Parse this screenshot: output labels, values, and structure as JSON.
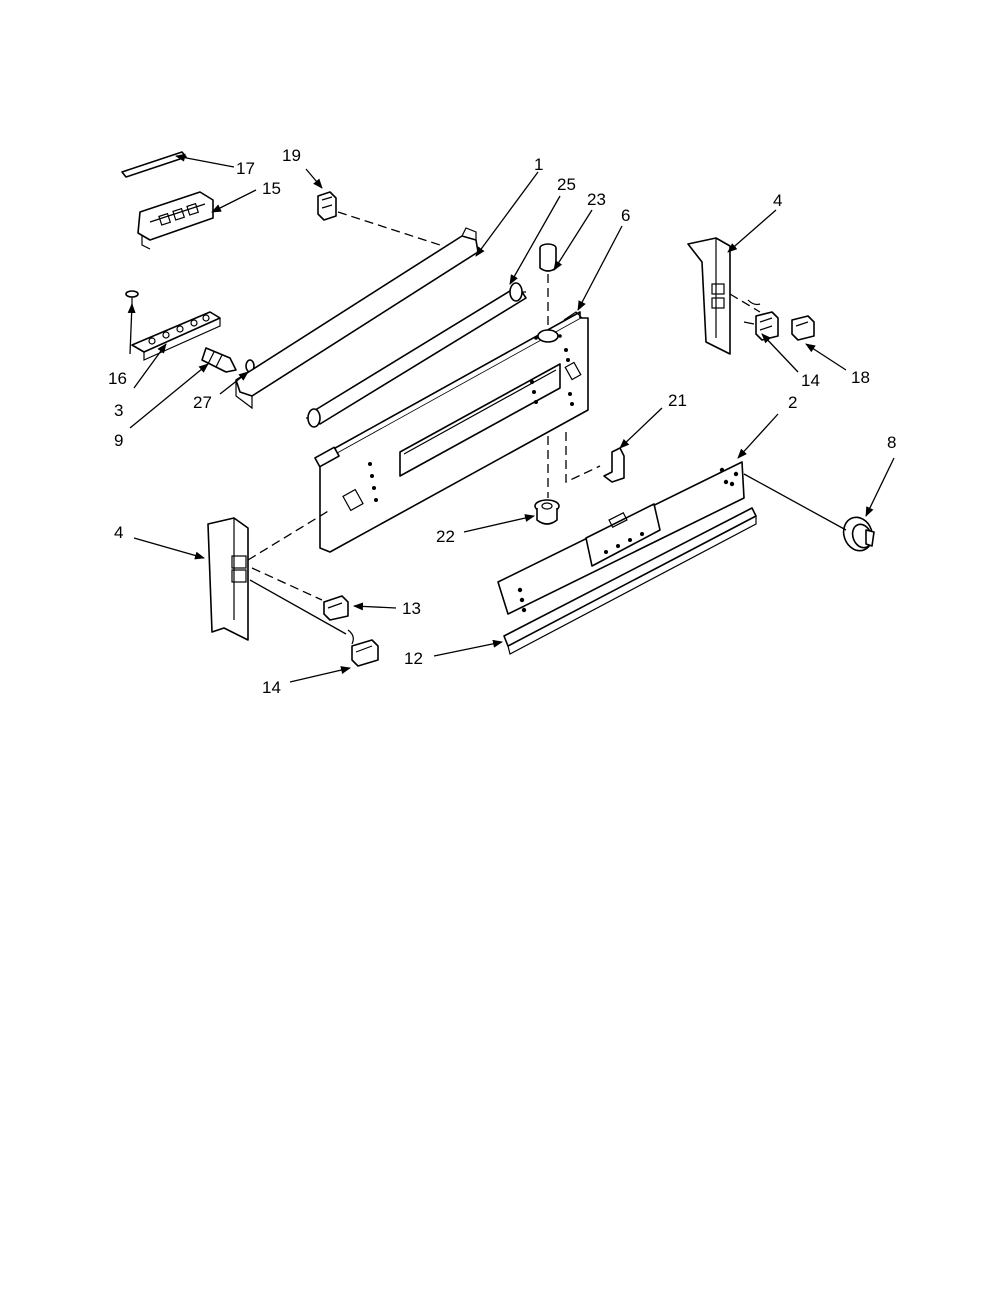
{
  "callouts": {
    "c1": "1",
    "c25": "25",
    "c23": "23",
    "c6": "6",
    "c4_top": "4",
    "c19": "19",
    "c17": "17",
    "c15": "15",
    "c16": "16",
    "c3": "3",
    "c27": "27",
    "c9": "9",
    "c21": "21",
    "c2": "2",
    "c8": "8",
    "c14_right": "14",
    "c18": "18",
    "c4_left": "4",
    "c22": "22",
    "c13": "13",
    "c12": "12",
    "c14_left": "14"
  }
}
